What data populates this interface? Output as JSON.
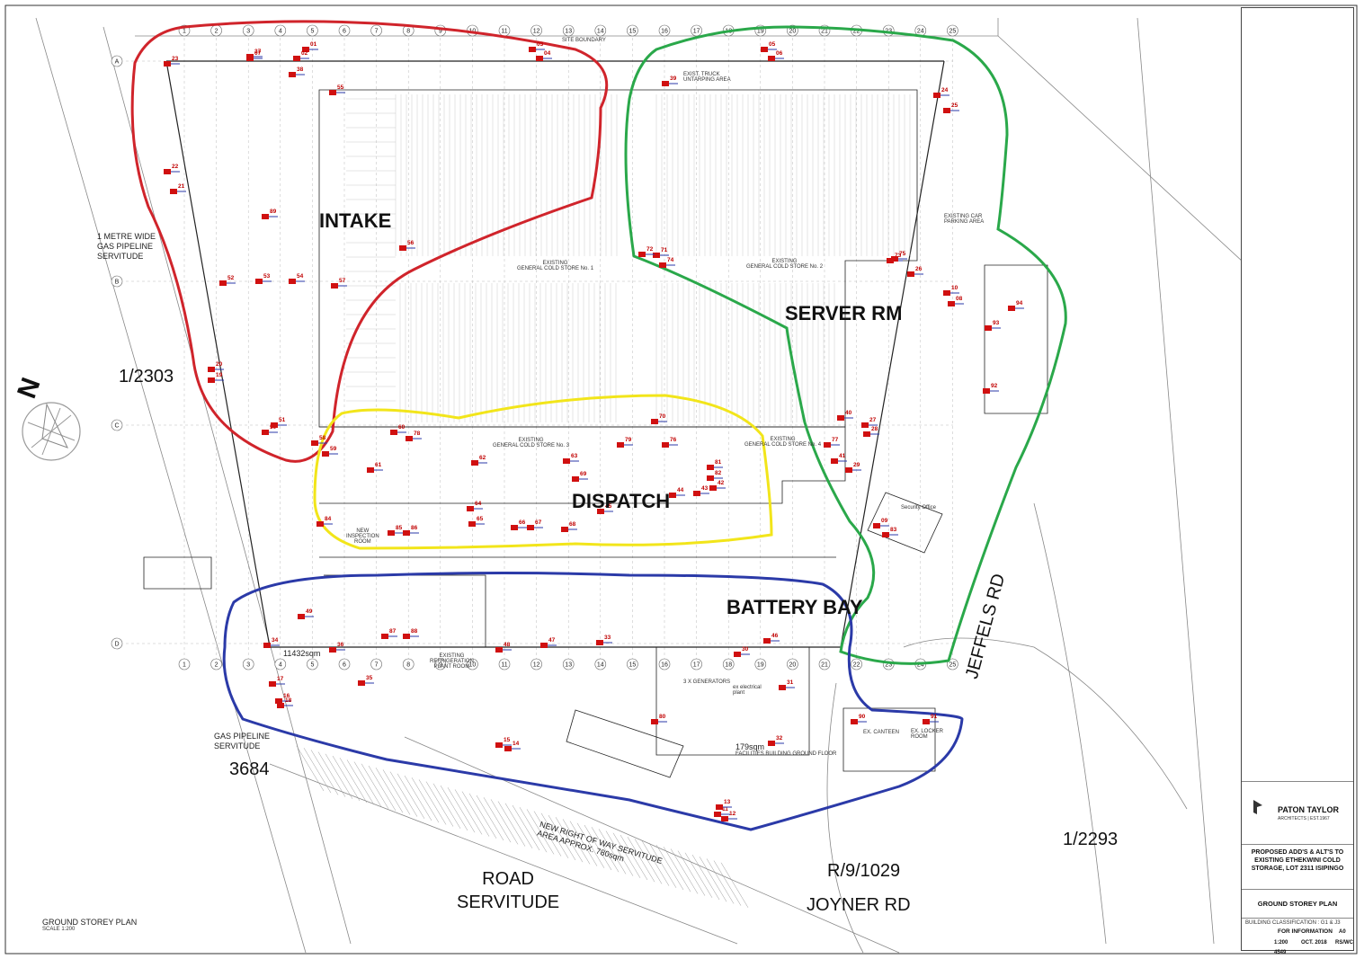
{
  "zones": [
    {
      "id": "intake",
      "label": "INTAKE",
      "color": "#d0242b"
    },
    {
      "id": "server",
      "label": "SERVER RM",
      "color": "#2aa84a"
    },
    {
      "id": "dispatch",
      "label": "DISPATCH",
      "color": "#f2e51a"
    },
    {
      "id": "battery",
      "label": "BATTERY BAY",
      "color": "#2b3aa8"
    }
  ],
  "labels": {
    "north": "N",
    "lot_left": "1/2303",
    "lot_bottom_left": "3684",
    "lot_right": "1/2293",
    "road_servitude": "ROAD\nSERVITUDE",
    "r9": "R/9/1029",
    "joyner": "JOYNER RD",
    "jeffels": "JEFFELS RD",
    "gas_pipeline_top": "1 METRE WIDE\nGAS PIPELINE\nSERVITUDE",
    "gas_pipeline_bottom": "GAS PIPELINE\nSERVITUDE",
    "ground_plan": "GROUND STOREY PLAN",
    "scale_note": "SCALE 1:200",
    "site_boundary": "SITE BOUNDARY",
    "cold_store_1": "EXISTING\nGENERAL COLD STORE No. 1",
    "cold_store_2": "EXISTING\nGENERAL COLD STORE No. 2",
    "cold_store_3": "EXISTING\nGENERAL COLD STORE No. 3",
    "cold_store_4": "EXISTING\nGENERAL COLD STORE No. 4",
    "area_11432": "11432sqm",
    "area_179": "179sqm",
    "new_row": "NEW RIGHT OF WAY SERVITUDE\nAREA APPROX. 780sqm",
    "security_office": "Security Office",
    "canteen": "EX. CANTEEN",
    "locker": "EX. LOCKER\nROOM",
    "truck": "EXIST. TRUCK\nUNTARPING AREA",
    "car_parking": "EXISTING CAR\nPARKING AREA",
    "generators": "3 X GENERATORS",
    "electrical": "ex electrical\nplant",
    "facilities": "FACILITIES BUILDING GROUND FLOOR",
    "refrigeration": "EXISTING\nREFRIGERATION\nPLANT ROOM",
    "inspection": "NEW\nINSPECTION\nROOM"
  },
  "grid": {
    "columns": [
      "1",
      "2",
      "3",
      "4",
      "5",
      "6",
      "7",
      "8",
      "9",
      "10",
      "11",
      "12",
      "13",
      "14",
      "15",
      "16",
      "17",
      "18",
      "19",
      "20",
      "21",
      "22",
      "23",
      "24",
      "25"
    ],
    "rows": [
      "A",
      "B",
      "C",
      "D"
    ]
  },
  "cameras": [
    "01",
    "02",
    "03",
    "04",
    "05",
    "06",
    "07",
    "08",
    "09",
    "10",
    "11",
    "12",
    "13",
    "14",
    "15",
    "16",
    "17",
    "18",
    "19",
    "20",
    "21",
    "22",
    "23",
    "24",
    "25",
    "26",
    "27",
    "28",
    "29",
    "30",
    "31",
    "32",
    "33",
    "34",
    "35",
    "36",
    "37",
    "38",
    "39",
    "40",
    "41",
    "42",
    "43",
    "44",
    "45",
    "46",
    "47",
    "48",
    "49",
    "50",
    "51",
    "52",
    "53",
    "54",
    "55",
    "56",
    "57",
    "58",
    "59",
    "60",
    "61",
    "62",
    "63",
    "64",
    "65",
    "66",
    "67",
    "68",
    "69",
    "70",
    "71",
    "72",
    "73",
    "74",
    "75",
    "76",
    "77",
    "78",
    "79",
    "80",
    "81",
    "82",
    "83",
    "84",
    "85",
    "86",
    "87",
    "88",
    "89",
    "90",
    "91",
    "92",
    "93",
    "94"
  ],
  "titleblock": {
    "firm": "PATON TAYLOR",
    "firm_sub": "ARCHITECTS | EST.1967",
    "project": "PROPOSED ADD'S & ALT'S TO EXISTING ETHEKWINI COLD STORAGE, LOT 2311 ISIPINGO",
    "drawing": "GROUND STOREY PLAN",
    "status": "FOR INFORMATION",
    "scale": "1:200",
    "date": "OCT. 2018",
    "size": "A0",
    "drawn": "RS/WC",
    "project_no": "4549",
    "classification": "BUILDING CLASSIFICATION : G1 & J3"
  }
}
